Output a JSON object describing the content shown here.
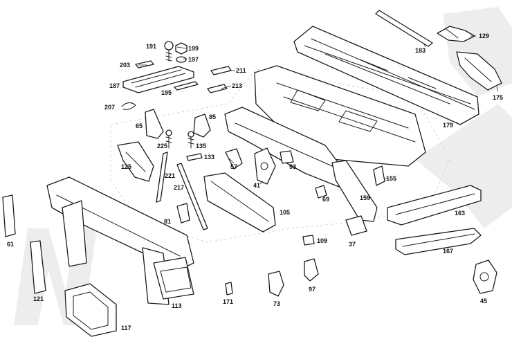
{
  "diagram": {
    "callouts": {
      "c191": "191",
      "c199": "199",
      "c197": "197",
      "c203": "203",
      "c187": "187",
      "c195": "195",
      "c211": "211",
      "c213": "213",
      "c207": "207",
      "c65": "65",
      "c85": "85",
      "c225": "225",
      "c135": "135",
      "c133": "133",
      "c125": "125",
      "c221": "221",
      "c217": "217",
      "c57": "57",
      "c41": "41",
      "c93": "93",
      "c183": "183",
      "c129": "129",
      "c175": "175",
      "c179": "179",
      "c155": "155",
      "c69": "69",
      "c159": "159",
      "c163": "163",
      "c105": "105",
      "c81": "81",
      "c61": "61",
      "c109": "109",
      "c37": "37",
      "c167": "167",
      "c121": "121",
      "c113": "113",
      "c171": "171",
      "c73": "73",
      "c97": "97",
      "c45": "45",
      "c117": "117"
    }
  }
}
